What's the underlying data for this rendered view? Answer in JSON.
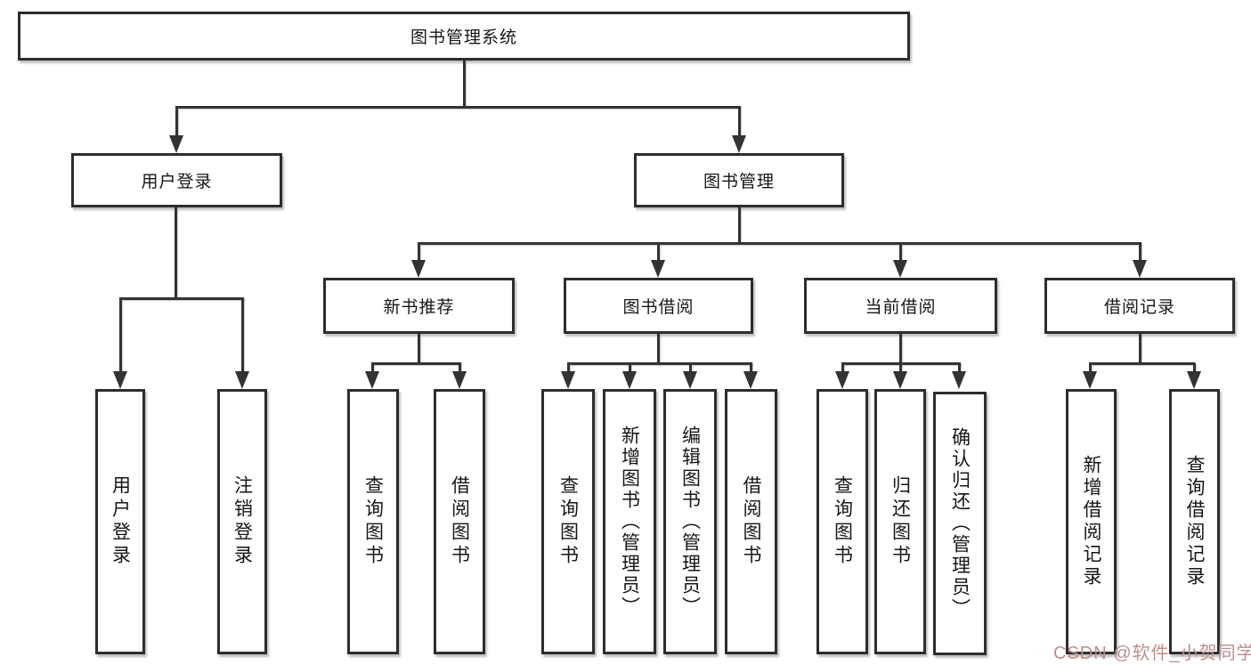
{
  "tree": {
    "root": "图书管理系统",
    "branches": [
      {
        "label": "用户登录",
        "children": [
          "用户登录",
          "注销登录"
        ]
      },
      {
        "label": "图书管理",
        "groups": [
          {
            "label": "新书推荐",
            "children": [
              "查询图书",
              "借阅图书"
            ]
          },
          {
            "label": "图书借阅",
            "children": [
              "查询图书",
              "新增图书（管理员）",
              "编辑图书（管理员）",
              "借阅图书"
            ]
          },
          {
            "label": "当前借阅",
            "children": [
              "查询图书",
              "归还图书",
              "确认归还（管理员）"
            ]
          },
          {
            "label": "借阅记录",
            "children": [
              "新增借阅记录",
              "查询借阅记录"
            ]
          }
        ]
      }
    ]
  },
  "watermark": {
    "text": "CSDN @软件_小贺同学"
  },
  "colors": {
    "line": "#333333",
    "border": "#2d2d2d",
    "text": "#161616",
    "watermark": "#c08d8d"
  }
}
